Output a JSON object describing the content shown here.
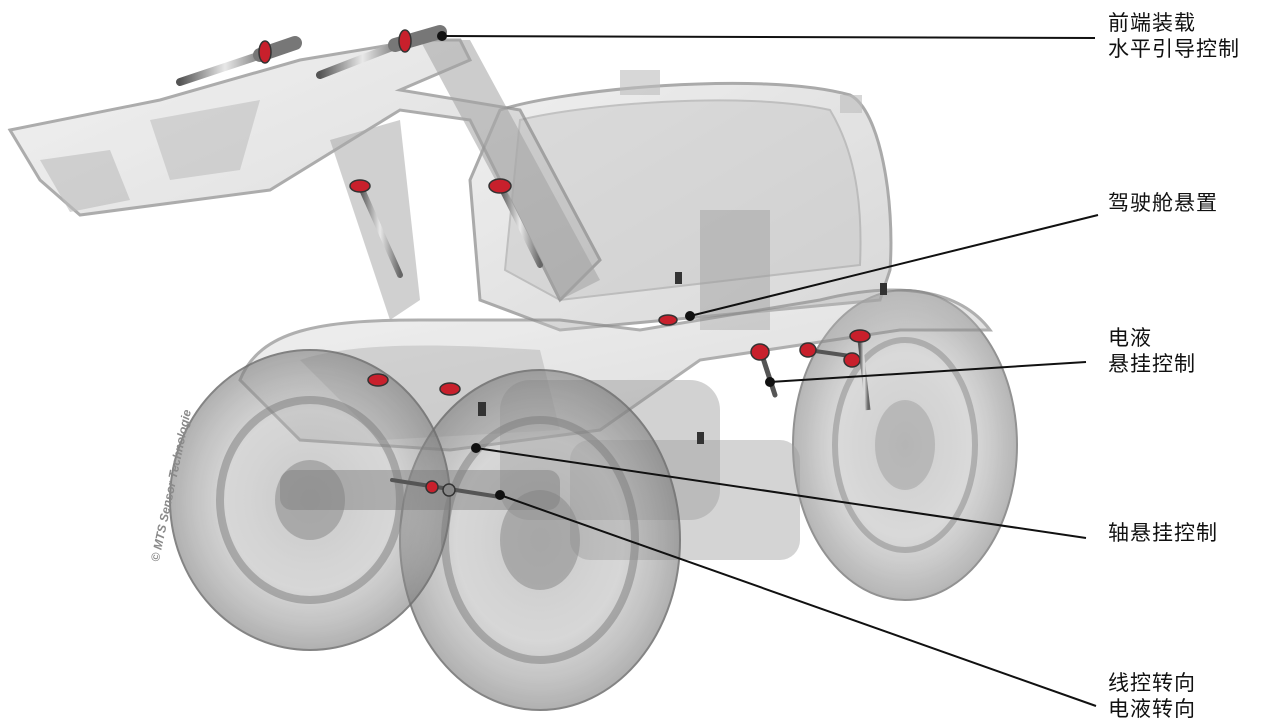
{
  "labels": {
    "front_loader": [
      "前端装载",
      "水平引导控制"
    ],
    "cab_suspension": [
      "驾驶舱悬置"
    ],
    "electro_hydraulic_suspension": [
      "电液",
      "悬挂控制"
    ],
    "axle_suspension": [
      "轴悬挂控制"
    ],
    "steering": [
      "线控转向",
      "电液转向"
    ]
  },
  "copyright": "© MTS Sensor Technologie",
  "colors": {
    "leader_line": "#111111",
    "tractor_body": "#9a9a9a",
    "sensor_accent": "#c8202c"
  }
}
